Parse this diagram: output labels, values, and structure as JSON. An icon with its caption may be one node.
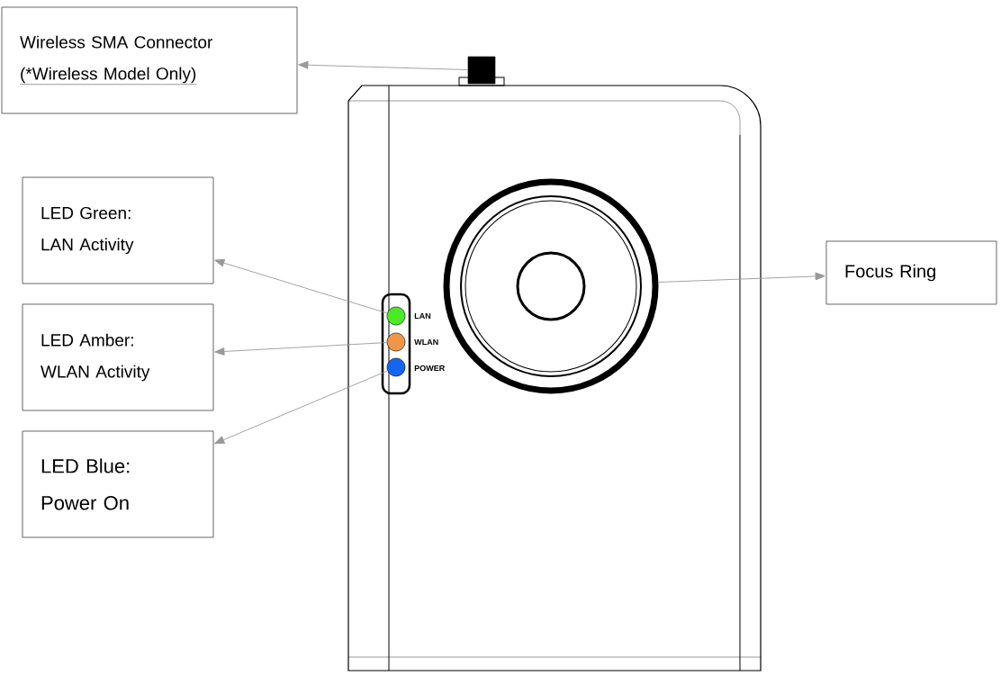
{
  "diagram": {
    "nodes": [
      {
        "text": [
          "Wireless SMA Connector",
          "(*Wireless Model Only)"
        ]
      },
      {
        "text": [
          "LED Green:",
          "LAN Activity"
        ]
      },
      {
        "text": [
          "LED Amber:",
          "WLAN Activity"
        ]
      },
      {
        "text": [
          "LED Blue:",
          "Power On"
        ]
      },
      {
        "text": [
          "Focus Ring"
        ]
      },
      {
        "text": [],
        "shape": "box"
      },
      {
        "text": [],
        "shape": "circle"
      },
      {
        "text": [],
        "shape": "circle"
      },
      {
        "text": [],
        "shape": "circle"
      },
      {
        "text": [],
        "shape": "circle"
      }
    ],
    "edges": [
      {
        "from": 5,
        "to": 0,
        "arrow": "to"
      },
      {
        "from": 6,
        "to": 1,
        "arrow": "to"
      },
      {
        "from": 7,
        "to": 2,
        "arrow": "to"
      },
      {
        "from": 8,
        "to": 3,
        "arrow": "to"
      },
      {
        "from": 9,
        "to": 4,
        "arrow": "to"
      }
    ],
    "labels": [
      "LAN",
      "WLAN",
      "POWER"
    ]
  }
}
